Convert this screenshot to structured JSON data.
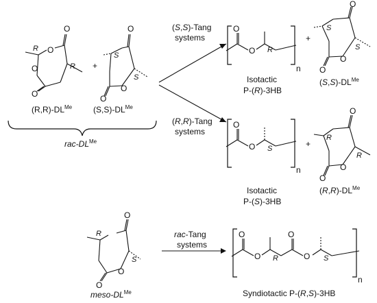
{
  "reactants": {
    "rr_label": "(R,R)-DL",
    "ss_label": "(S,S)-DL",
    "rac_label": "rac-DL",
    "meso_label": "meso-DL",
    "superscript": "Me",
    "plus": "+"
  },
  "stereo_labels": {
    "R": "R",
    "S": "S"
  },
  "atoms": {
    "O": "O",
    "n": "n"
  },
  "arrows": {
    "top_catalyst_line1": "(S,S)-Tang",
    "top_catalyst_line2": "systems",
    "mid_catalyst_line1": "(R,R)-Tang",
    "mid_catalyst_line2": "systems",
    "bottom_catalyst_line1": "rac-Tang",
    "bottom_catalyst_line2": "systems"
  },
  "products": {
    "top_polymer_line1": "Isotactic",
    "top_polymer_line2": "P-(R)-3HB",
    "top_monomer_label": "(S,S)-DL",
    "mid_polymer_line1": "Isotactic",
    "mid_polymer_line2": "P-(S)-3HB",
    "mid_monomer_label": "(R,R)-DL",
    "bottom_polymer_label": "Syndiotactic P-(R,S)-3HB",
    "plus": "+"
  }
}
